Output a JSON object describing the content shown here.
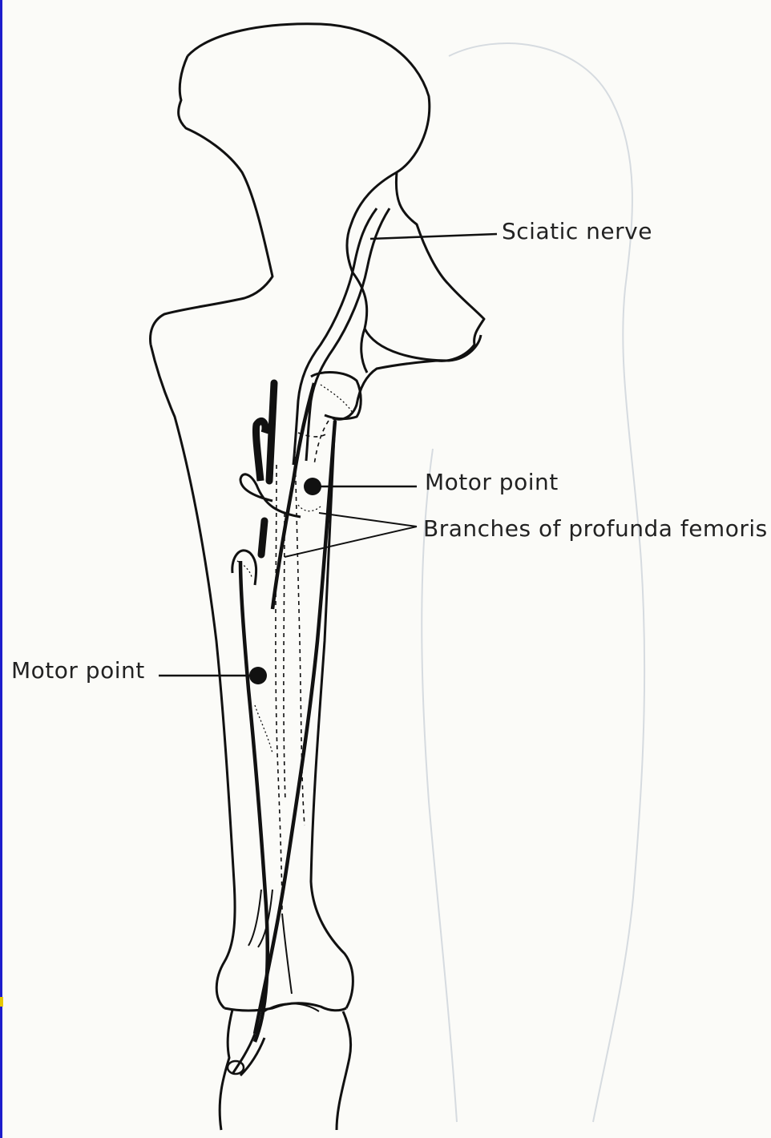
{
  "labels": {
    "sciatic_nerve": "Sciatic nerve",
    "motor_point_upper": "Motor point",
    "branches": "Branches of profunda femoris a",
    "motor_point_lower": "Motor point"
  },
  "colors": {
    "ink": "#111111",
    "paper": "#fbfbf8",
    "faint_ink": "#d6dbe0",
    "border": "#1d1dcc",
    "marker": "#e6c800"
  }
}
